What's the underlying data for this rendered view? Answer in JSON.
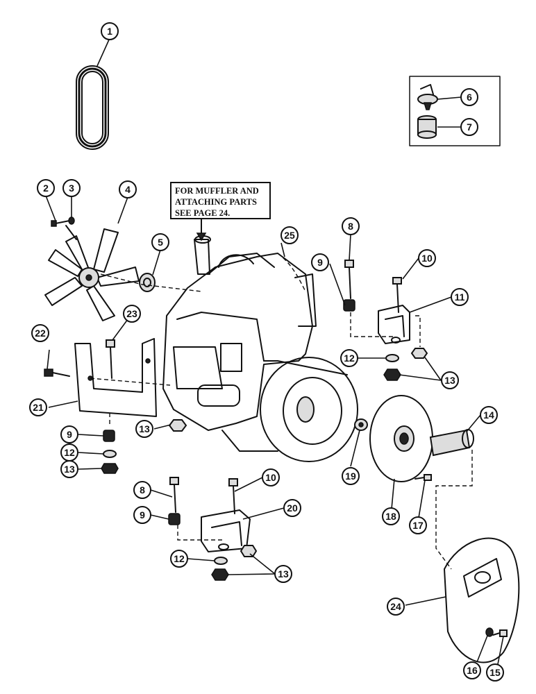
{
  "note": {
    "lines": [
      "FOR MUFFLER AND",
      "ATTACHING PARTS",
      "SEE PAGE 24."
    ]
  },
  "callouts": [
    {
      "label": "1"
    },
    {
      "label": "2"
    },
    {
      "label": "3"
    },
    {
      "label": "4"
    },
    {
      "label": "5"
    },
    {
      "label": "6"
    },
    {
      "label": "7"
    },
    {
      "label": "8"
    },
    {
      "label": "9"
    },
    {
      "label": "10"
    },
    {
      "label": "11"
    },
    {
      "label": "12"
    },
    {
      "label": "13"
    },
    {
      "label": "14"
    },
    {
      "label": "22"
    },
    {
      "label": "23"
    },
    {
      "label": "25"
    },
    {
      "label": "21"
    },
    {
      "label": "9"
    },
    {
      "label": "12"
    },
    {
      "label": "13"
    },
    {
      "label": "13"
    },
    {
      "label": "19"
    },
    {
      "label": "18"
    },
    {
      "label": "17"
    },
    {
      "label": "8"
    },
    {
      "label": "10"
    },
    {
      "label": "20"
    },
    {
      "label": "9"
    },
    {
      "label": "12"
    },
    {
      "label": "13"
    },
    {
      "label": "24"
    },
    {
      "label": "16"
    },
    {
      "label": "15"
    }
  ]
}
